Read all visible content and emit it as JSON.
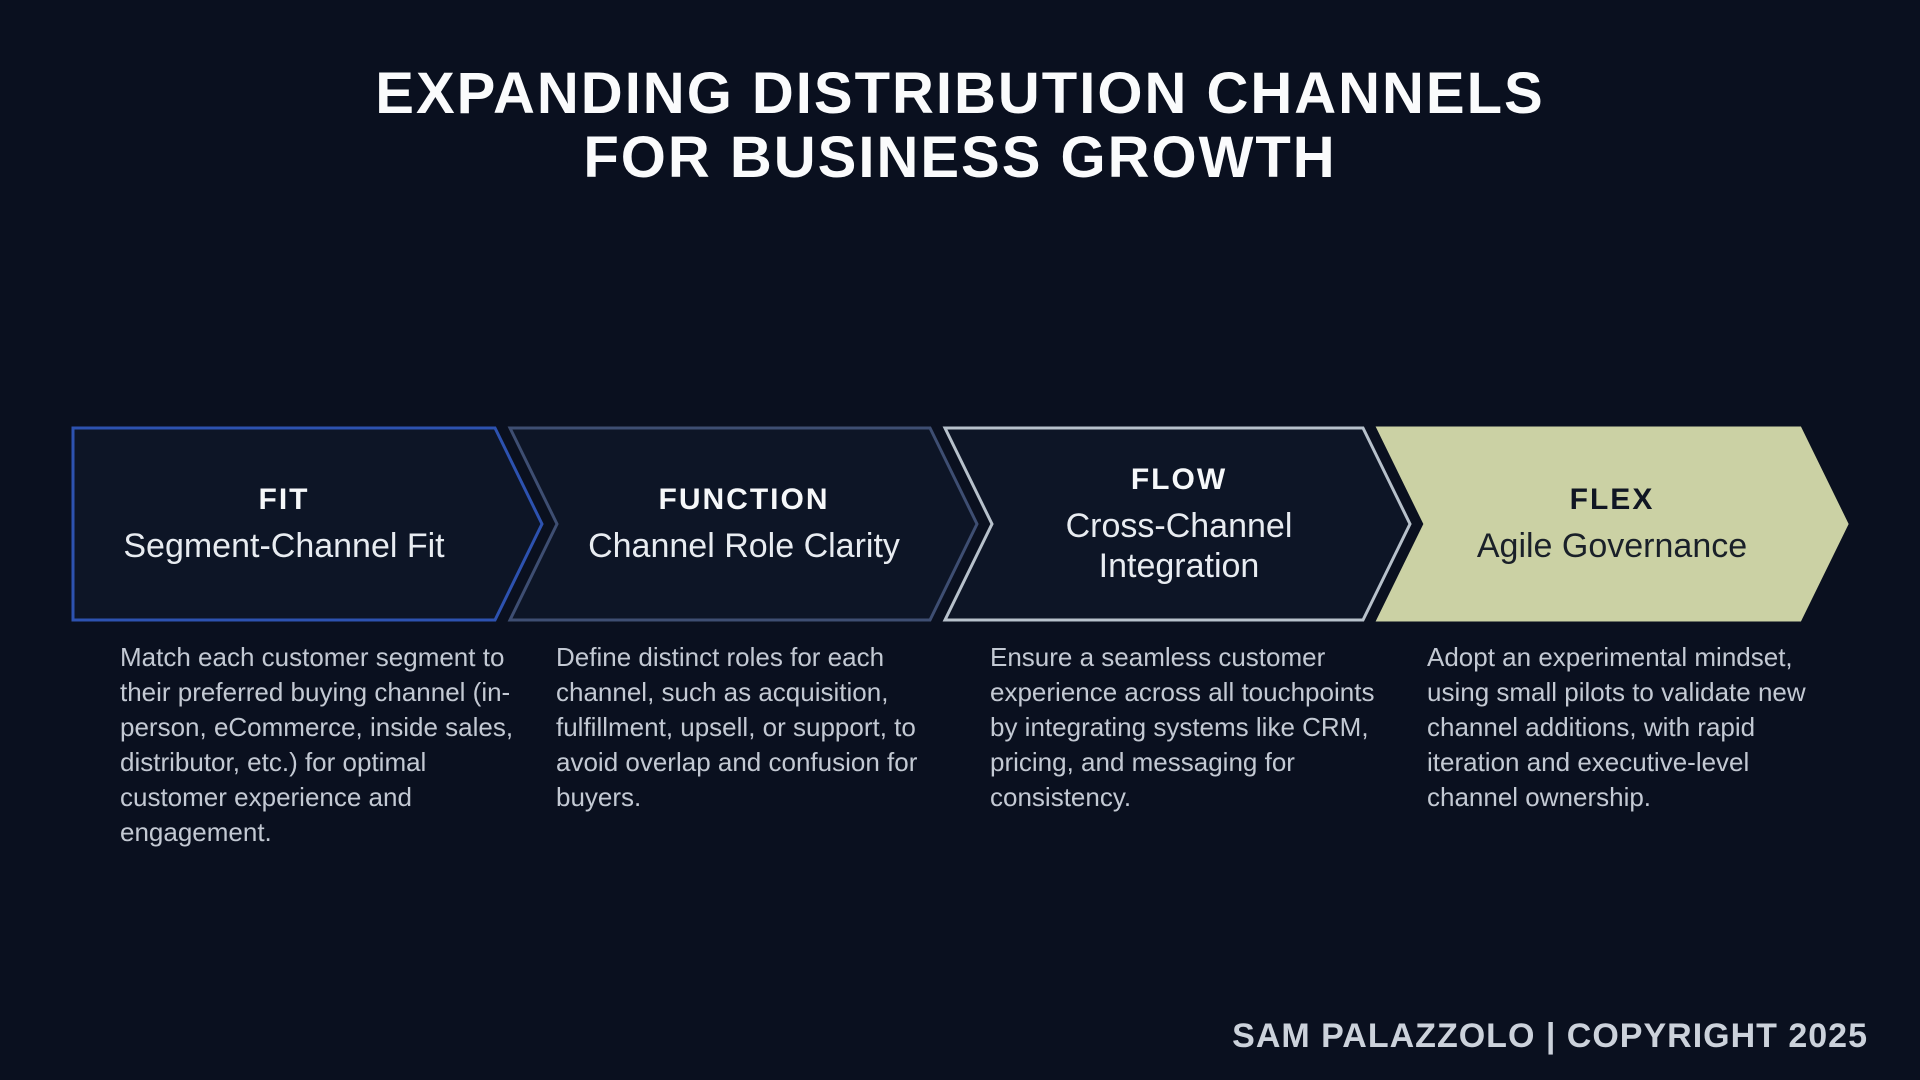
{
  "title": {
    "line1": "EXPANDING DISTRIBUTION CHANNELS",
    "line2": "FOR BUSINESS GROWTH"
  },
  "stages": [
    {
      "label": "FIT",
      "subtitle": "Segment-Channel Fit",
      "description": "Match each customer segment to their preferred buying channel (in-person, eCommerce, inside sales, distributor, etc.) for optimal customer experience and engagement.",
      "border_color": "#2d52b0",
      "fill_color": "#0d1526"
    },
    {
      "label": "FUNCTION",
      "subtitle": "Channel Role Clarity",
      "description": "Define distinct roles for each channel, such as acquisition, fulfillment, upsell, or support, to avoid overlap and confusion for buyers.",
      "border_color": "#3e4e72",
      "fill_color": "#0d1526"
    },
    {
      "label": "FLOW",
      "subtitle": "Cross-Channel Integration",
      "description": "Ensure a seamless customer experience across all touchpoints by integrating systems like CRM, pricing, and messaging for consistency.",
      "border_color": "#b7c1cb",
      "fill_color": "#0d1526"
    },
    {
      "label": "FLEX",
      "subtitle": "Agile Governance",
      "description": "Adopt an experimental mindset, using small pilots to validate new channel additions, with rapid iteration and executive-level channel ownership.",
      "border_color": "#cbd1a4",
      "fill_color": "#cbd1a4"
    }
  ],
  "footer": {
    "credit": "SAM PALAZZOLO | COPYRIGHT 2025"
  },
  "colors": {
    "background": "#0a101f",
    "title_text": "#fafbfc",
    "stage_label_text": "#f6f8fa",
    "stage_subtitle_text": "#e8ecf1",
    "description_text": "#c3c9d3",
    "flex_dark_text": "#101623",
    "footer_text": "#ccd2db"
  }
}
